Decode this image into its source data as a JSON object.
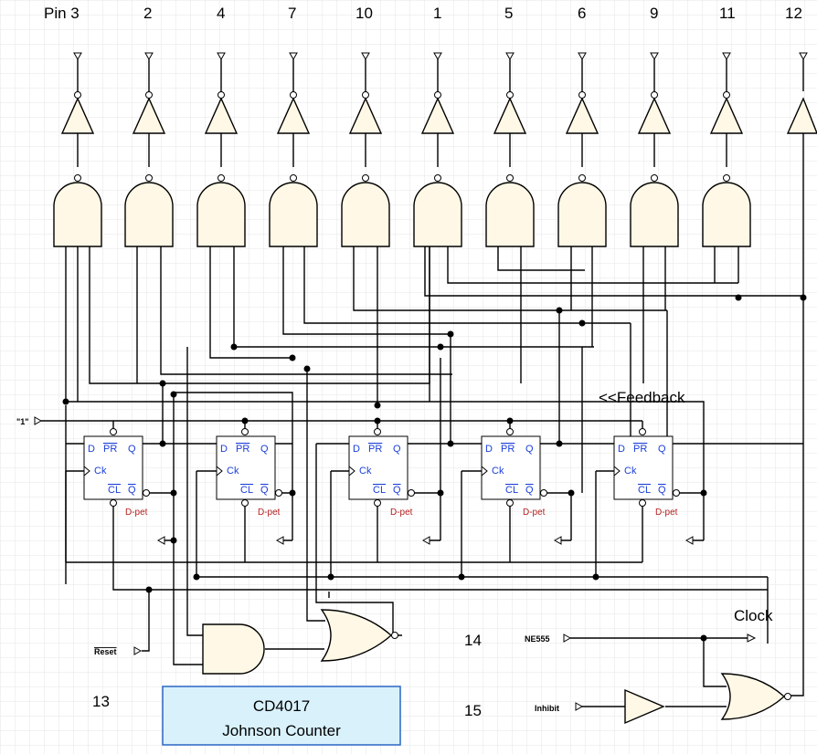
{
  "output_pins": [
    "Pin 3",
    "2",
    "4",
    "7",
    "10",
    "1",
    "5",
    "6",
    "9",
    "11",
    "12"
  ],
  "flipflop": {
    "d": "D",
    "pr": "PR",
    "q": "Q",
    "ck": "Ck",
    "cl": "CL",
    "qbar": "Q",
    "type": "D-pet"
  },
  "inputs": {
    "one": "\"1\"",
    "reset": "Reset",
    "ne555": "NE555",
    "inhibit": "Inhibit"
  },
  "labels": {
    "feedback": "<<Feedback",
    "clock": "Clock",
    "pin13": "13",
    "pin14": "14",
    "pin15": "15"
  },
  "title_box": {
    "line1": "CD4017",
    "line2": "Johnson Counter",
    "bg_color": "#d8f1fb",
    "border_color": "#2a66c4"
  },
  "colors": {
    "gate_fill": "#fff8e6",
    "ff_text": "#1a3ed8",
    "ff_type": "#b42020",
    "grid": "#e6e6e6"
  }
}
